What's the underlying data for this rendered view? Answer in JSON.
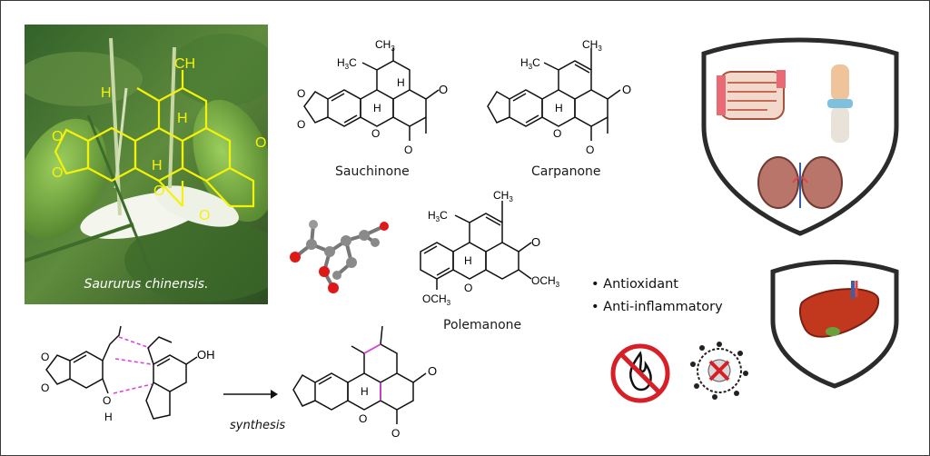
{
  "photo": {
    "caption": "Saururus chinensis."
  },
  "compounds": {
    "sauchinone": "Sauchinone",
    "carpanone": "Carpanone",
    "polemanone": "Polemanone"
  },
  "atoms": {
    "ch3": "CH",
    "sub3": "3",
    "h3c": "H",
    "h3c_tail": "C",
    "h": "H",
    "o": "O",
    "och3": "OCH",
    "oh": "OH"
  },
  "bullets": [
    "Antioxidant",
    "Anti-inflammatory"
  ],
  "synthesis_label": "synthesis",
  "colors": {
    "overlay": "#f5f20a",
    "dashed_bond": "#e040e0",
    "no_sign": "#d61f26",
    "shield_stroke": "#2b2b2b"
  },
  "icons": [
    "intestine-icon",
    "joint-icon",
    "kidney-icon",
    "liver-icon",
    "no-fire-icon",
    "no-cell-icon"
  ]
}
